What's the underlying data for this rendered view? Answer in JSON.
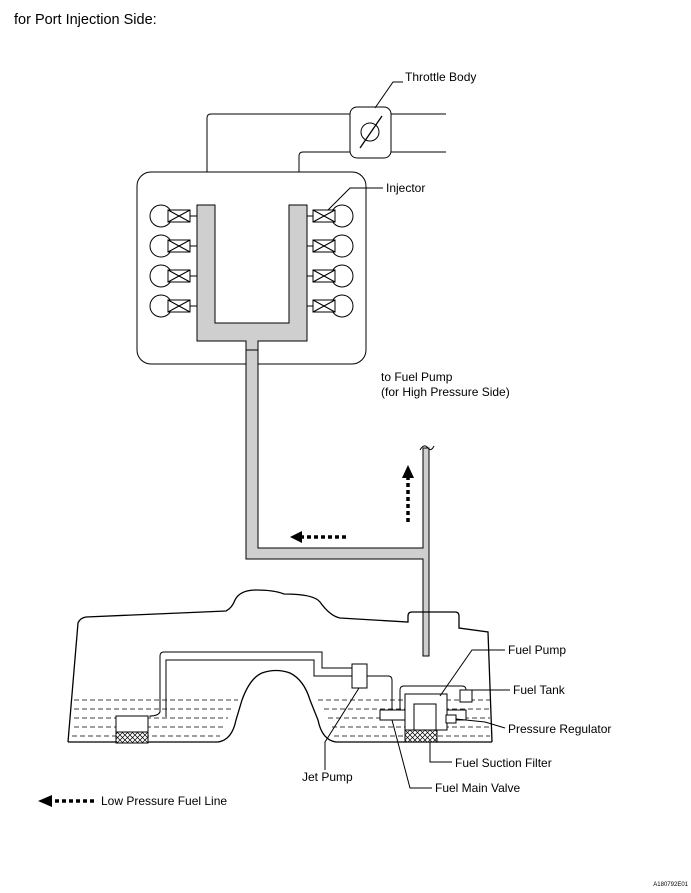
{
  "heading": "for Port Injection Side:",
  "labels": {
    "throttle_body": "Throttle Body",
    "injector": "Injector",
    "to_fuel_pump_1": "to Fuel Pump",
    "to_fuel_pump_2": "(for High Pressure Side)",
    "fuel_pump": "Fuel Pump",
    "fuel_tank": "Fuel Tank",
    "pressure_regulator": "Pressure Regulator",
    "fuel_suction_filter": "Fuel Suction Filter",
    "fuel_main_valve": "Fuel Main Valve",
    "jet_pump": "Jet Pump"
  },
  "legend": {
    "low_pressure_fuel_line": "Low Pressure Fuel Line"
  },
  "figure_code": "A180792E01",
  "colors": {
    "fuel_line_fill": "#cfcfcf",
    "line": "#000000"
  }
}
